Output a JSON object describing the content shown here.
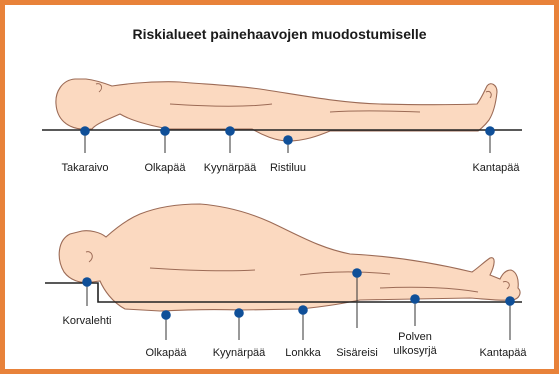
{
  "title": "Riskialueet painehaavojen muodostumiselle",
  "colors": {
    "frame": "#e8823a",
    "skin": "#fbd9c0",
    "outline": "#9c6b56",
    "marker": "#0f4f98"
  },
  "supine": {
    "labels": [
      "Takaraivo",
      "Olkapää",
      "Kyynärpää",
      "Ristiluu",
      "Kantapää"
    ]
  },
  "side_lying": {
    "labels": [
      "Korvalehti",
      "Olkapää",
      "Kyynärpää",
      "Lonkka",
      "Sisäreisi",
      "Polven",
      "ulkosyrjä",
      "Kantapää"
    ]
  }
}
